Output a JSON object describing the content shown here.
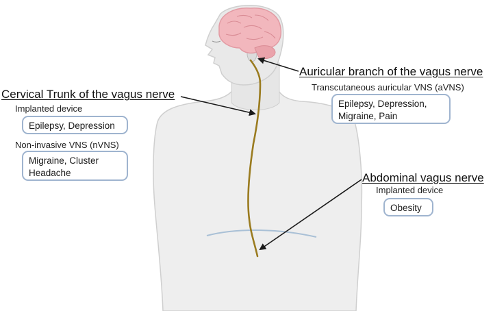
{
  "auricular": {
    "heading": "Auricular branch of the vagus nerve",
    "method": "Transcutaneous auricular VNS (aVNS)",
    "indications_line1": "Epilepsy, Depression,",
    "indications_line2": "Migraine, Pain"
  },
  "cervical": {
    "heading": "Cervical Trunk of the vagus nerve",
    "implanted_label": "Implanted device",
    "implanted_indications": "Epilepsy, Depression",
    "noninvasive_label": "Non-invasive VNS (nVNS)",
    "noninvasive_line1": "Migraine, Cluster",
    "noninvasive_line2": "Headache"
  },
  "abdominal": {
    "heading": "Abdominal vagus nerve",
    "implanted_label": "Implanted device",
    "indication": "Obesity"
  },
  "colors": {
    "nerve": "#9a7b1f",
    "brain": "#f2b7bd",
    "body": "#eeeeee",
    "box_border": "#9fb4cf",
    "diaphragm": "#a9c0d6"
  }
}
